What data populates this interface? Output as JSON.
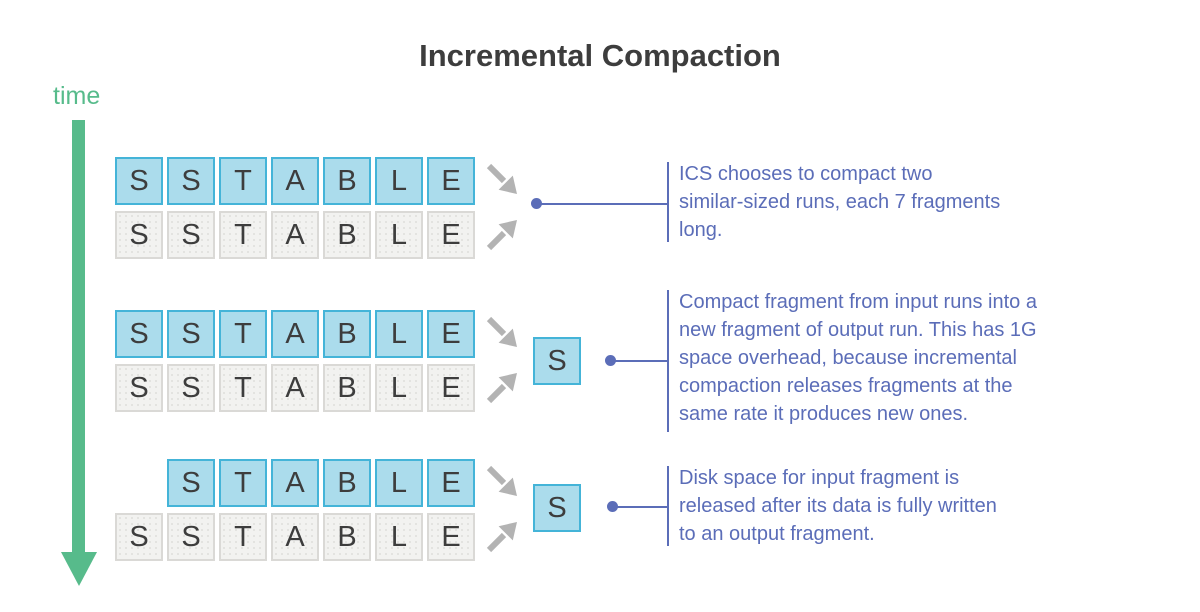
{
  "title": "Incremental Compaction",
  "time_axis": {
    "label": "time"
  },
  "colors": {
    "highlight_fill": "#abdcec",
    "highlight_border": "#44b4d8",
    "neutral_fill": "#f2f2f0",
    "neutral_border": "#dad9d6",
    "annotation_blue": "#5b6db8",
    "time_green": "#57bb8b",
    "arrow_gray": "#b3b3b3",
    "title_color": "#3d3d3d"
  },
  "steps": [
    {
      "input_run_1": [
        "S",
        "S",
        "T",
        "A",
        "B",
        "L",
        "E"
      ],
      "input_run_2": [
        "S",
        "S",
        "T",
        "A",
        "B",
        "L",
        "E"
      ],
      "note": {
        "lines": [
          "ICS chooses to compact two",
          "similar-sized runs, each 7 fragments",
          "long."
        ]
      }
    },
    {
      "input_run_1": [
        "S",
        "S",
        "T",
        "A",
        "B",
        "L",
        "E"
      ],
      "input_run_2": [
        "S",
        "S",
        "T",
        "A",
        "B",
        "L",
        "E"
      ],
      "output_fragment": "S",
      "note": {
        "lines": [
          "Compact fragment from input runs into a",
          "new fragment of output run. This has 1G",
          "space overhead, because incremental",
          "compaction releases fragments at the",
          "same rate it produces new ones."
        ]
      }
    },
    {
      "input_run_1": [
        "S",
        "T",
        "A",
        "B",
        "L",
        "E"
      ],
      "input_run_2": [
        "S",
        "S",
        "T",
        "A",
        "B",
        "L",
        "E"
      ],
      "output_fragment": "S",
      "note": {
        "lines": [
          "Disk space for input fragment is",
          "released after its data is fully written",
          "to an output fragment."
        ]
      }
    }
  ]
}
